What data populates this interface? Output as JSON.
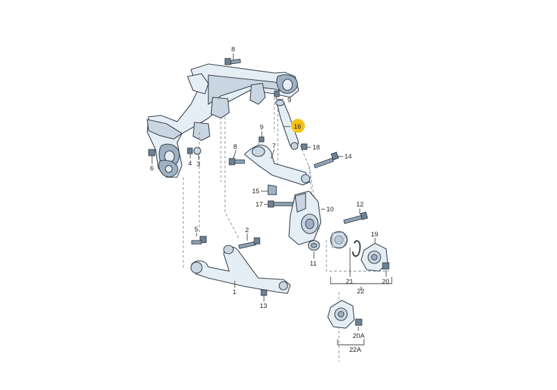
{
  "labels": {
    "p1": "1",
    "p2": "2",
    "p3": "3",
    "p4": "4",
    "p5": "5",
    "p6": "6",
    "p7": "7",
    "p8a": "8",
    "p8b": "8",
    "p9a": "9",
    "p9b": "9",
    "p10": "10",
    "p11": "11",
    "p12": "12",
    "p13": "13",
    "p14": "14",
    "p15": "15",
    "p16": "16",
    "p17": "17",
    "p18": "18",
    "p19": "19",
    "p20": "20",
    "p20a": "20A",
    "p21": "21",
    "p22": "22",
    "p22a": "22A"
  },
  "highlight": {
    "part": "16",
    "color": "#f5c21b"
  }
}
